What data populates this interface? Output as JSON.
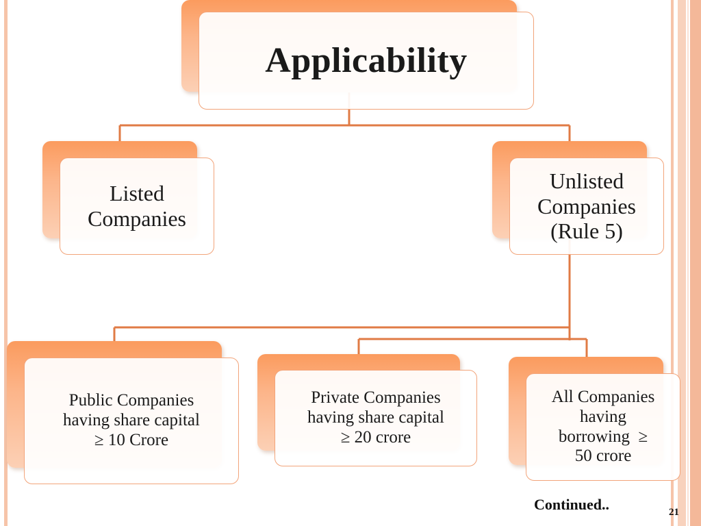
{
  "diagram": {
    "title": "Applicability",
    "level1": {
      "listed": [
        "Listed",
        "Companies"
      ],
      "unlisted": [
        "Unlisted",
        "Companies",
        "(Rule 5)"
      ]
    },
    "level2": {
      "public": [
        "Public Companies",
        "having share capital",
        "≥ 10 Crore"
      ],
      "private": [
        "Private Companies",
        "having share capital",
        "≥ 20 crore"
      ],
      "borrowing": [
        "All Companies",
        "having",
        "borrowing  ≥",
        "50 crore"
      ]
    }
  },
  "footer": {
    "continued": "Continued..",
    "page_number": "21"
  },
  "colors": {
    "accent": "#f07a3a",
    "connector": "#e07b45",
    "frame": "#f6c4a9"
  }
}
